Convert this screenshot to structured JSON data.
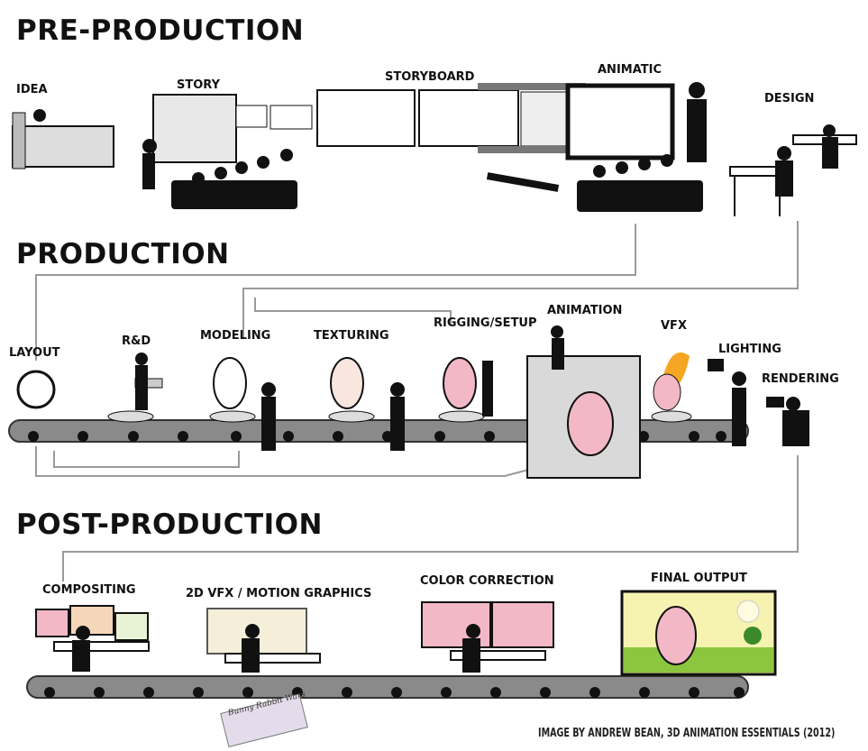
{
  "sections": {
    "pre_production": {
      "title": "PRE-PRODUCTION",
      "stages": [
        "IDEA",
        "STORY",
        "STORYBOARD",
        "ANIMATIC",
        "DESIGN"
      ]
    },
    "production": {
      "title": "PRODUCTION",
      "stages": [
        "LAYOUT",
        "R&D",
        "MODELING",
        "TEXTURING",
        "RIGGING/SETUP",
        "ANIMATION",
        "VFX",
        "LIGHTING",
        "RENDERING"
      ]
    },
    "post_production": {
      "title": "POST-PRODUCTION",
      "stages": [
        "COMPOSITING",
        "2D VFX / MOTION GRAPHICS",
        "COLOR CORRECTION",
        "FINAL OUTPUT"
      ]
    }
  },
  "card_text": "Bunny Rabbit Wars",
  "credit": "IMAGE BY ANDREW BEAN, 3D ANIMATION ESSENTIALS (2012)",
  "colors": {
    "ink": "#111111",
    "connector": "#9a9a9a",
    "belt": "#6e6e6e",
    "bunny_pink": "#f2b8c6",
    "fire": "#f5a623",
    "sky": "#f6f2b0",
    "grass": "#8cc63f"
  }
}
